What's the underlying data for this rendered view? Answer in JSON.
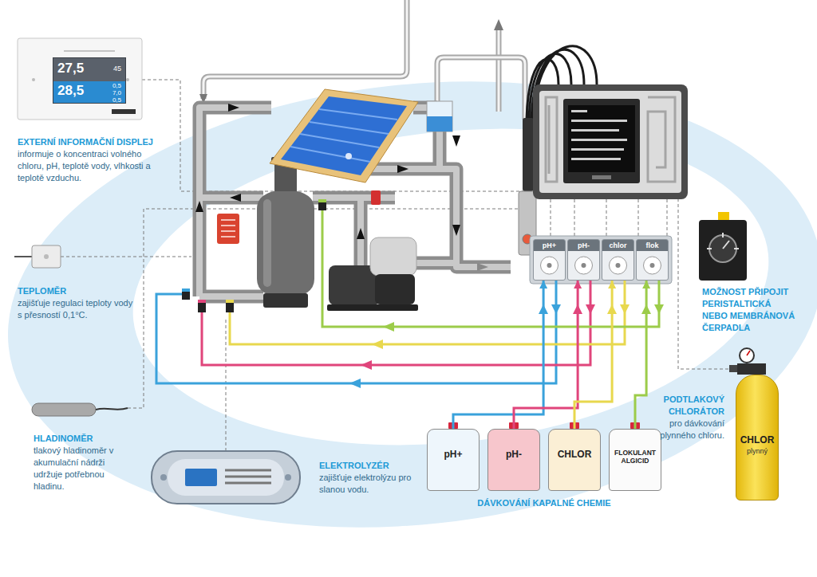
{
  "diagram": {
    "nodes": [
      {
        "text": [
          "27,5",
          "45",
          "28,5",
          "0,5",
          "7,0",
          "0,5"
        ]
      },
      {
        "text": [
          "pH+"
        ]
      },
      {
        "text": [
          "pH-"
        ]
      },
      {
        "text": [
          "chlor"
        ]
      },
      {
        "text": [
          "flok"
        ]
      },
      {
        "text": [
          "pH+"
        ]
      },
      {
        "text": [
          "pH-"
        ]
      },
      {
        "text": [
          "CHLOR"
        ]
      },
      {
        "text": [
          "FLOKULANT ALGICID"
        ]
      },
      {
        "text": [
          "CHLOR",
          "plynný"
        ]
      }
    ],
    "edges": [
      {
        "from": 5,
        "to": 1,
        "arrow": "to"
      },
      {
        "from": 6,
        "to": 2,
        "arrow": "to"
      },
      {
        "from": 7,
        "to": 3,
        "arrow": "to"
      },
      {
        "from": 8,
        "to": 4,
        "arrow": "to"
      }
    ],
    "labels": [
      "EXTERNÍ INFORMAČNÍ DISPLEJ",
      "informuje o koncentraci volného chloru, pH, teplotě vody, vlhkosti a teplotě vzduchu.",
      "TEPLOMĚR",
      "zajišťuje regulaci teploty vody s přesností 0,1°C.",
      "HLADINOMĚR",
      "tlakový hladinoměr v akumulační nádrži udržuje potřebnou hladinu.",
      "ELEKTROLYZÉR",
      "zajišťuje elektrolýzu pro slanou vodu.",
      "DÁVKOVÁNÍ KAPALNÉ CHEMIE",
      "MOŽNOST PŘIPOJIT PERISTALTICKÁ NEBO MEMBRÁNOVÁ ČERPADLA",
      "PODTLAKOVÝ CHLORÁTOR",
      "pro dávkování plynného chloru."
    ]
  }
}
